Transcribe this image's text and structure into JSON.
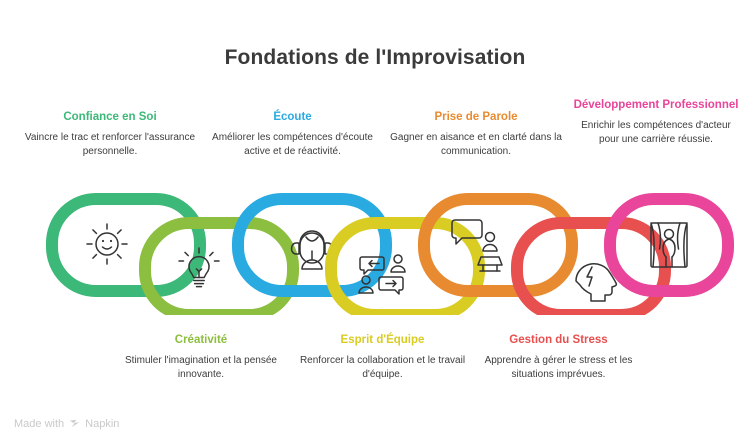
{
  "header": {
    "title": "Fondations de l'Improvisation"
  },
  "colors": {
    "green": "#3cb878",
    "lime": "#8cbe3f",
    "blue": "#29abe2",
    "yellow": "#d9cc22",
    "orange": "#e88b30",
    "red": "#e84f4f",
    "pink": "#e8459b",
    "title_text": "#3b3b3b",
    "body_text": "#3d3d3d",
    "watermark": "#c9c9c9",
    "icon_stroke": "#333333"
  },
  "chain": {
    "links": [
      {
        "id": "confiance-en-soi",
        "color": "#3cb878",
        "row": "top",
        "icon": "smiling-sun-icon"
      },
      {
        "id": "creativite",
        "color": "#8cbe3f",
        "row": "bottom",
        "icon": "lightbulb-icon"
      },
      {
        "id": "ecoute",
        "color": "#29abe2",
        "row": "top",
        "icon": "headset-person-icon"
      },
      {
        "id": "esprit-dequipe",
        "color": "#d9cc22",
        "row": "bottom",
        "icon": "two-people-speech-bubbles-icon"
      },
      {
        "id": "prise-de-parole",
        "color": "#e88b30",
        "row": "top",
        "icon": "speaker-podium-icon"
      },
      {
        "id": "gestion-du-stress",
        "color": "#e84f4f",
        "row": "bottom",
        "icon": "head-lightning-icon"
      },
      {
        "id": "developpement-professionnel",
        "color": "#e8459b",
        "row": "top",
        "icon": "stage-curtains-person-icon"
      }
    ]
  },
  "captions": {
    "top": [
      {
        "title": "Confiance en Soi",
        "color": "#3cb878",
        "description": "Vaincre le trac et renforcer l'assurance personnelle."
      },
      {
        "title": "Écoute",
        "color": "#29abe2",
        "description": "Améliorer les compétences d'écoute active et de réactivité."
      },
      {
        "title": "Prise de Parole",
        "color": "#e88b30",
        "description": "Gagner en aisance et en clarté dans la communication."
      },
      {
        "title": "Développement Professionnel",
        "color": "#e8459b",
        "description": "Enrichir les compétences d'acteur pour une carrière réussie."
      }
    ],
    "bottom": [
      {
        "title": "Créativité",
        "color": "#8cbe3f",
        "description": "Stimuler l'imagination et la pensée innovante."
      },
      {
        "title": "Esprit d'Équipe",
        "color": "#d9cc22",
        "description": "Renforcer la collaboration et le travail d'équipe."
      },
      {
        "title": "Gestion du Stress",
        "color": "#e84f4f",
        "description": "Apprendre à gérer le stress et les situations imprévues."
      }
    ]
  },
  "footer": {
    "made_with": "Made with",
    "brand": "Napkin"
  }
}
